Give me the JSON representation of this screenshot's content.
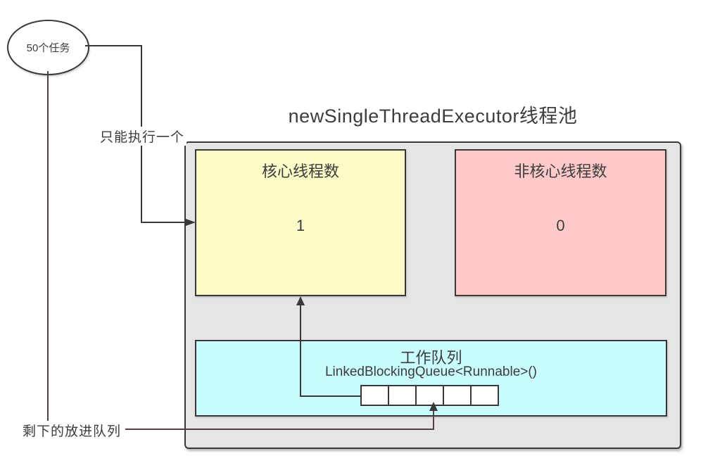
{
  "diagram": {
    "title": "newSingleThreadExecutor线程池",
    "tasks": {
      "label": "50个任务"
    },
    "labels": {
      "only_one": "只能执行一个",
      "rest_to_queue": "剩下的放进队列"
    },
    "core_box": {
      "title": "核心线程数",
      "value": "1"
    },
    "non_core_box": {
      "title": "非核心线程数",
      "value": "0"
    },
    "queue_box": {
      "title": "工作队列",
      "subtitle": "LinkedBlockingQueue<Runnable>()",
      "slots": 5
    },
    "colors": {
      "core_fill": "#FBFBC8",
      "non_core_fill": "#FFC9C9",
      "queue_fill": "#C9FCFF",
      "container_fill": "#E5E5E5",
      "stroke": "#383838",
      "accent_stroke": "#564040",
      "text": "#3C3C3C"
    }
  }
}
